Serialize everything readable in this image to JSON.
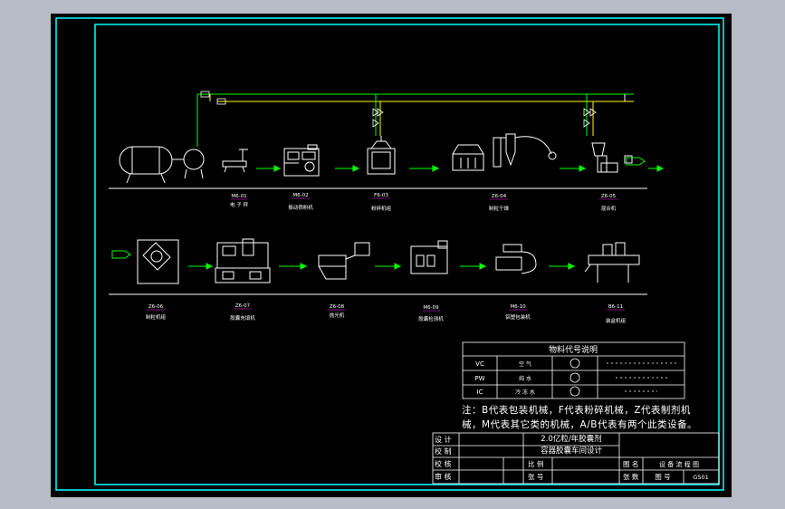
{
  "drawing": {
    "title_line1": "2.0亿粒/年胶囊剂",
    "title_line2": "容器胶囊车间设计",
    "notes": [
      "注：B代表包装机械，F代表粉碎机械，Z代表制剂机",
      "械，M代表其它类的机械，A/B代表有两个此类设备。"
    ]
  },
  "legend": {
    "title": "物料代号说明",
    "rows": [
      {
        "code": "VC",
        "name": "空 气"
      },
      {
        "code": "PW",
        "name": "纯 水"
      },
      {
        "code": "IC",
        "name": "冷 冻 水"
      }
    ]
  },
  "title_block": {
    "left_labels": [
      "设 计",
      "校 制",
      "校 核",
      "审 核"
    ],
    "ratio_label": "比 例",
    "sheet_label": "张 号",
    "drawing_name_label": "图 名",
    "drawing_name": "设 备 流 程 图",
    "series_label": "张 数",
    "drawing_no_label": "图 号",
    "drawing_no": "GS01"
  },
  "row1": {
    "tags": [
      "M6-01",
      "M6-02",
      "F6-03",
      "Z6-04",
      "Z6-05"
    ],
    "names": [
      "电 子 秤",
      "振动筛粉机",
      "粉碎机组",
      "制粒干燥",
      "混合机"
    ]
  },
  "row2": {
    "tags": [
      "Z6-06",
      "Z6-07",
      "Z6-08",
      "M6-09",
      "M6-10",
      "B6-11"
    ],
    "names": [
      "制粒机组",
      "胶囊充填机",
      "抛光机",
      "胶囊检测机",
      "铝塑包装机",
      "装盒机组"
    ]
  },
  "colors": {
    "cad_bg": "#000000",
    "frame": "#00ffff",
    "line": "#ffffff",
    "flow_arrow": "#00ff00",
    "pipe_yellow": "#ffff00",
    "tag_underline": "#ff00ff"
  }
}
